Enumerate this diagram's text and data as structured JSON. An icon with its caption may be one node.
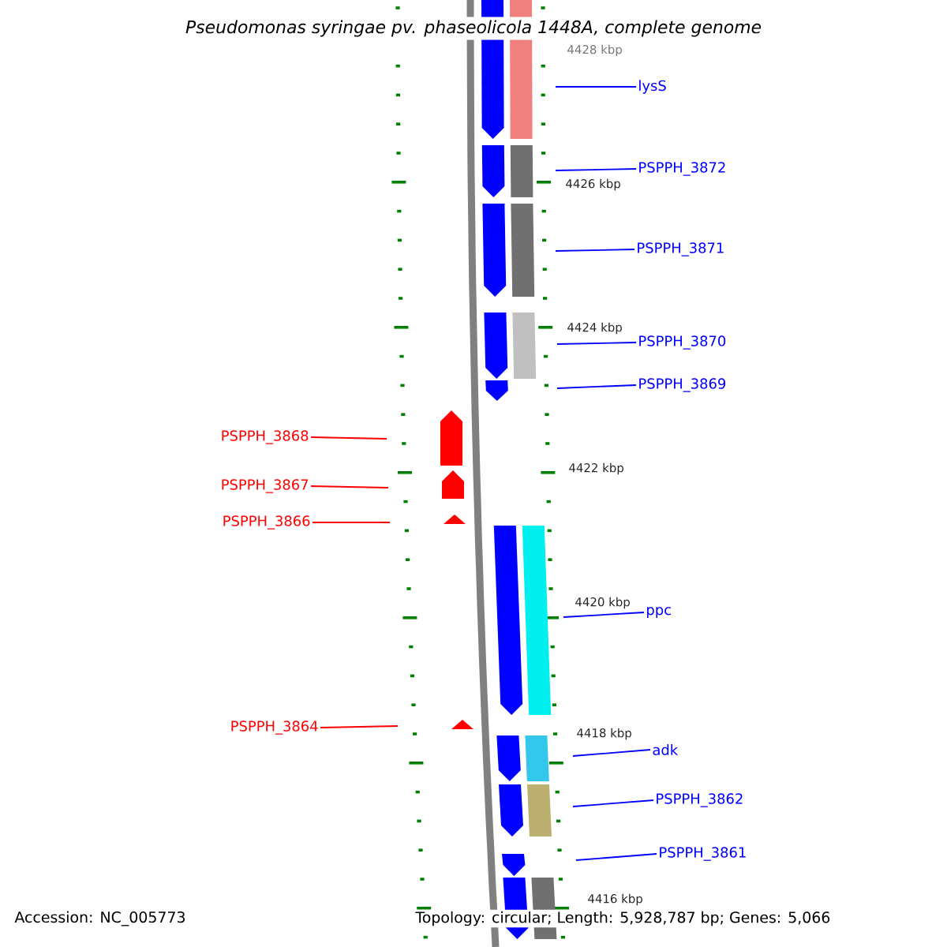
{
  "diagram": {
    "title": "Pseudomonas syringae pv. phaseolicola 1448A, complete genome",
    "nodes": [
      {
        "text": [
          "lysS"
        ]
      },
      {
        "text": [
          "PSPPH_3872"
        ]
      },
      {
        "text": [
          "PSPPH_3871"
        ]
      },
      {
        "text": [
          "PSPPH_3870"
        ]
      },
      {
        "text": [
          "PSPPH_3869"
        ]
      },
      {
        "text": [
          "PSPPH_3868"
        ]
      },
      {
        "text": [
          "PSPPH_3867"
        ]
      },
      {
        "text": [
          "PSPPH_3866"
        ]
      },
      {
        "text": [
          "ppc"
        ]
      },
      {
        "text": [
          "PSPPH_3864"
        ]
      },
      {
        "text": [
          "adk"
        ]
      },
      {
        "text": [
          "PSPPH_3862"
        ]
      },
      {
        "text": [
          "PSPPH_3861"
        ]
      }
    ],
    "edges": [
      {
        "from": 0,
        "to": null,
        "arrow": "none"
      },
      {
        "from": 1,
        "to": null,
        "arrow": "none"
      },
      {
        "from": 2,
        "to": null,
        "arrow": "none"
      },
      {
        "from": 3,
        "to": null,
        "arrow": "none"
      },
      {
        "from": 4,
        "to": null,
        "arrow": "none"
      },
      {
        "from": 5,
        "to": null,
        "arrow": "none",
        "color": "#ff0000"
      },
      {
        "from": 6,
        "to": null,
        "arrow": "none",
        "color": "#ff0000"
      },
      {
        "from": 7,
        "to": null,
        "arrow": "none",
        "color": "#ff0000"
      },
      {
        "from": 8,
        "to": null,
        "arrow": "none"
      },
      {
        "from": 9,
        "to": null,
        "arrow": "none",
        "color": "#ff0000"
      },
      {
        "from": 10,
        "to": null,
        "arrow": "none"
      },
      {
        "from": 11,
        "to": null,
        "arrow": "none"
      },
      {
        "from": 12,
        "to": null,
        "arrow": "none"
      }
    ],
    "labels": [
      "4428 kbp",
      "4426 kbp",
      "4424 kbp",
      "4422 kbp",
      "4420 kbp",
      "4418 kbp",
      "4416 kbp",
      "Accession: NC_005773",
      "Topology: circular; Length: 5,928,787 bp; Genes: 5,066"
    ]
  }
}
